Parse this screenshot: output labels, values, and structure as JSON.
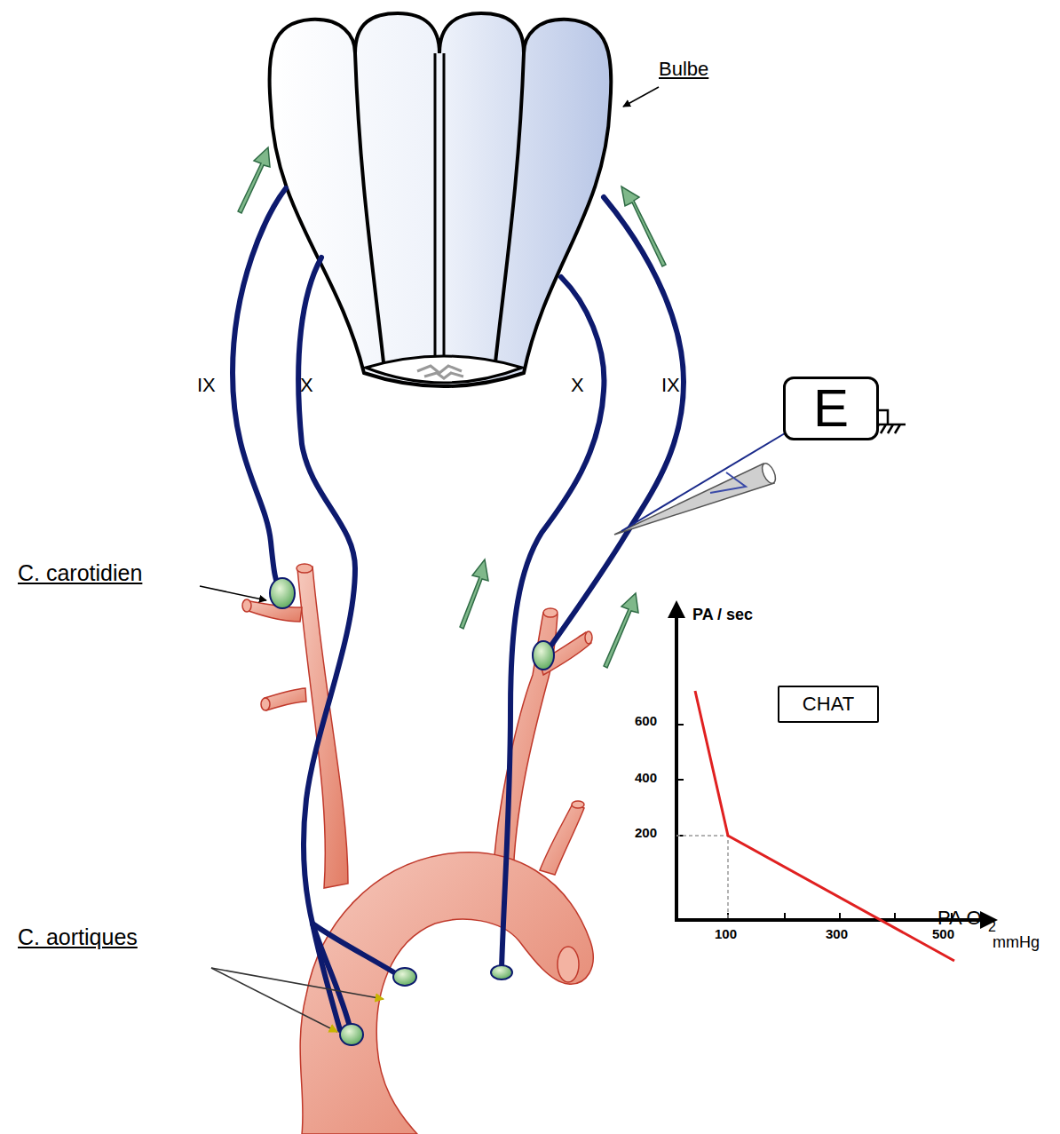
{
  "diagram": {
    "nodes": [
      {
        "text": [
          "E"
        ]
      },
      {
        "text": [
          "CHAT"
        ]
      }
    ],
    "labels": [
      "Bulbe",
      "IX",
      "X",
      "X",
      "IX",
      "C. carotidien",
      "C. aortiques",
      "PA / sec",
      "600",
      "400",
      "200",
      "100",
      "300",
      "500",
      "PA O",
      "2",
      "mmHg"
    ]
  }
}
